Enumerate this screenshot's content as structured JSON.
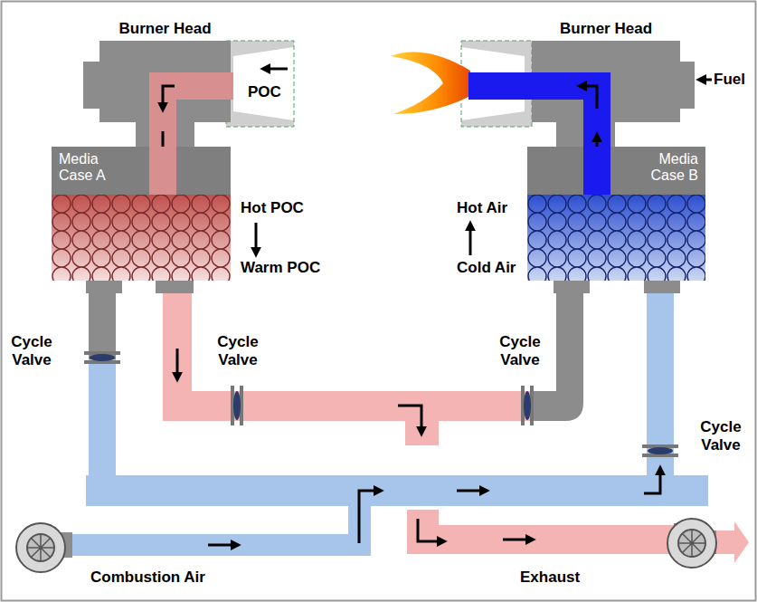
{
  "diagram": {
    "nodes": [
      {
        "text": [
          "Burner Head"
        ]
      },
      {
        "text": [
          "Burner Head"
        ]
      },
      {
        "text": [
          "Media Case A"
        ]
      },
      {
        "text": [
          "Media Case B"
        ]
      }
    ],
    "labels": [
      "POC",
      "Fuel",
      "Hot POC",
      "Warm POC",
      "Hot Air",
      "Cold Air",
      "Cycle Valve",
      "Cycle Valve",
      "Cycle Valve",
      "Cycle Valve",
      "Combustion Air",
      "Exhaust"
    ]
  }
}
